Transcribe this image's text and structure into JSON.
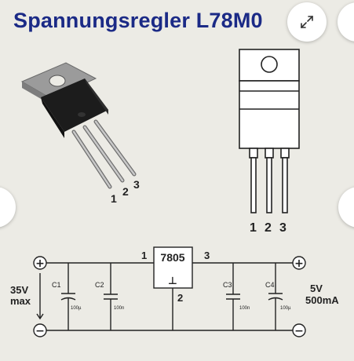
{
  "image": {
    "title": "Spannungsregler L78M0",
    "pin_numbers_photo": [
      "1",
      "2",
      "3"
    ],
    "pin_numbers_drawing": [
      "1",
      "2",
      "3"
    ],
    "schematic": {
      "regulator": "7805",
      "pin_in": "1",
      "pin_gnd": "2",
      "pin_out": "3",
      "input_voltage_line1": "35V",
      "input_voltage_line2": "max",
      "output_voltage_line1": "5V",
      "output_voltage_line2": "500mA",
      "plus_sign": "+",
      "minus_sign": "−",
      "gnd_symbol": "⊥",
      "capacitors": [
        {
          "name": "C1",
          "value": "100µ"
        },
        {
          "name": "C2",
          "value": "100n"
        },
        {
          "name": "C3",
          "value": "100n"
        },
        {
          "name": "C4",
          "value": "100µ"
        }
      ]
    }
  },
  "controls": {
    "expand_icon": "expand-arrows-icon"
  },
  "colors": {
    "title": "#1b2a86",
    "background": "#ecebe5",
    "line": "#222222"
  }
}
